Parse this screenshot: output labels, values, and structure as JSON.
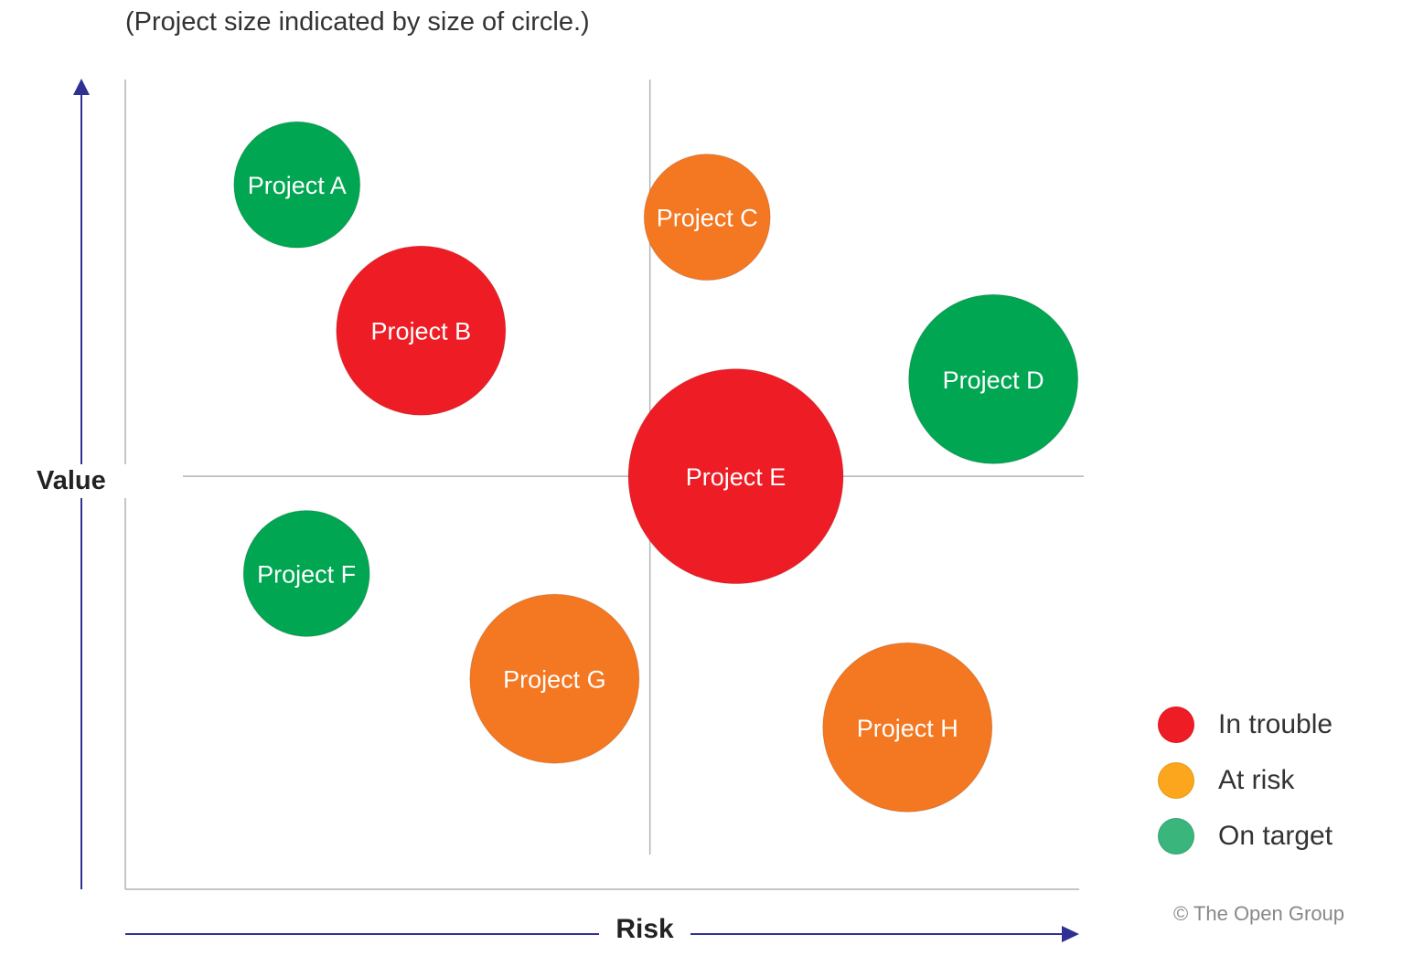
{
  "subtitle": "(Project size indicated by size of circle.)",
  "axes": {
    "x_label": "Risk",
    "y_label": "Value"
  },
  "colors": {
    "in_trouble": "#ee1c25",
    "at_risk": "#f47721",
    "on_target": "#00a651",
    "legend_in_trouble": "#ee1c25",
    "legend_at_risk": "#fba61c",
    "legend_on_target": "#3ab57b",
    "axis_arrow": "#2e3192",
    "grid": "#b3b3b3"
  },
  "legend": [
    {
      "label": "In trouble",
      "status": "in_trouble"
    },
    {
      "label": "At risk",
      "status": "at_risk"
    },
    {
      "label": "On target",
      "status": "on_target"
    }
  ],
  "credit": "© The Open Group",
  "chart_data": {
    "type": "scatter",
    "subtype": "bubble",
    "title": "",
    "subtitle": "(Project size indicated by size of circle.)",
    "xlabel": "Risk",
    "ylabel": "Value",
    "xlim": [
      0,
      100
    ],
    "ylim": [
      0,
      100
    ],
    "grid": false,
    "quadrant_lines": {
      "x": 55,
      "y": 51
    },
    "legend_position": "bottom-right",
    "points": [
      {
        "label": "Project A",
        "x": 18,
        "y": 87,
        "size": 1.0,
        "status": "on_target"
      },
      {
        "label": "Project B",
        "x": 31,
        "y": 69,
        "size": 1.8,
        "status": "in_trouble"
      },
      {
        "label": "Project C",
        "x": 61,
        "y": 83,
        "size": 1.0,
        "status": "at_risk"
      },
      {
        "label": "Project D",
        "x": 91,
        "y": 63,
        "size": 1.8,
        "status": "on_target"
      },
      {
        "label": "Project E",
        "x": 64,
        "y": 51,
        "size": 2.9,
        "status": "in_trouble"
      },
      {
        "label": "Project F",
        "x": 19,
        "y": 39,
        "size": 1.0,
        "status": "on_target"
      },
      {
        "label": "Project G",
        "x": 45,
        "y": 26,
        "size": 1.8,
        "status": "at_risk"
      },
      {
        "label": "Project H",
        "x": 82,
        "y": 20,
        "size": 1.8,
        "status": "at_risk"
      }
    ]
  }
}
